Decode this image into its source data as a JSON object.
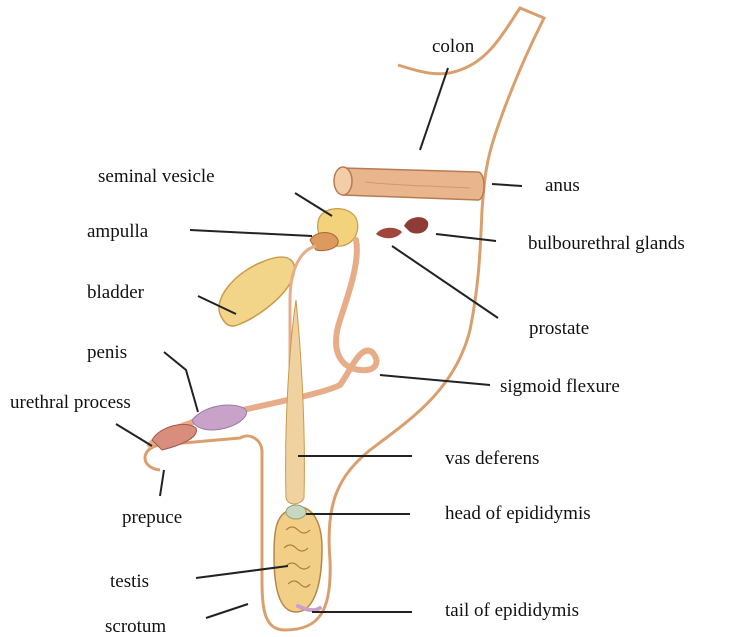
{
  "labels": {
    "colon": "colon",
    "anus": "anus",
    "seminal_vesicle": "seminal vesicle",
    "ampulla": "ampulla",
    "bulbourethral_glands": "bulbourethral glands",
    "bladder": "bladder",
    "prostate": "prostate",
    "penis": "penis",
    "sigmoid_flexure": "sigmoid flexure",
    "urethral_process": "urethral process",
    "vas_deferens": "vas deferens",
    "prepuce": "prepuce",
    "head_of_epididymis": "head of epididymis",
    "testis": "testis",
    "tail_of_epididymis": "tail of epididymis",
    "scrotum": "scrotum"
  },
  "colors": {
    "body_outline": "#d9a06e",
    "colon_fill": "#e8b58c",
    "gland_yellow": "#f2d27a",
    "bladder_fill": "#f3d58a",
    "duct": "#e7ad88",
    "penis_purple": "#c8a2c8",
    "prostate_dark": "#a0463a",
    "leader_line": "#222222"
  }
}
